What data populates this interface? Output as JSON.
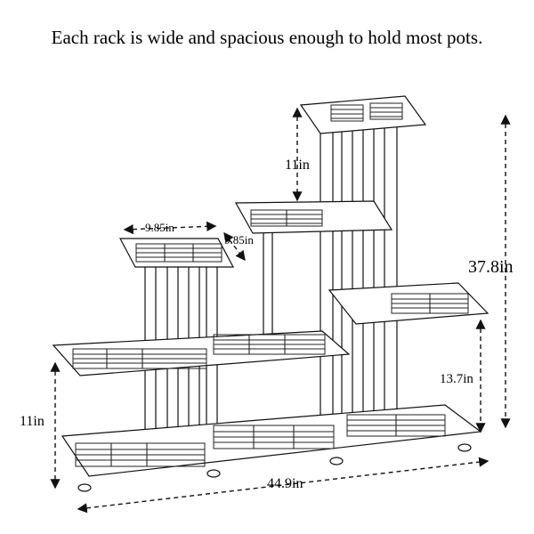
{
  "caption": "Each rack is wide and spacious enough to hold most pots.",
  "dimensions": {
    "top_tier_height": "11in",
    "small_shelf_width": "9.85in",
    "small_shelf_depth": "9.85in",
    "total_height": "37.8in",
    "right_shelf_height": "13.7in",
    "bottom_tier_height": "11in",
    "total_width": "44.9in"
  }
}
